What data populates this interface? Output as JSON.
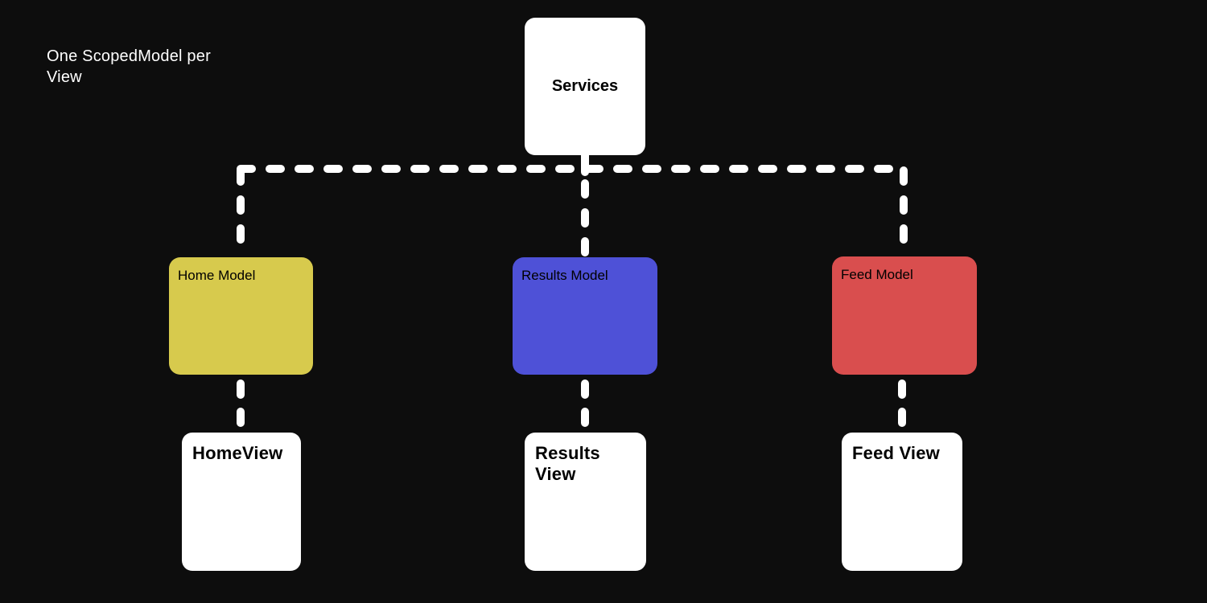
{
  "title": "One ScopedModel per View",
  "colors": {
    "background": "#0d0d0d",
    "connector_line": "#ffffff",
    "node_default": "#ffffff",
    "node_text": "#000000",
    "title_text": "#ffffff",
    "home_model": "#d7ca4d",
    "results_model": "#4e51d7",
    "feed_model": "#d94e4e"
  },
  "nodes": {
    "services": {
      "label": "Services",
      "color": "#ffffff"
    },
    "home_model": {
      "label": "Home Model",
      "color": "#d7ca4d"
    },
    "results_model": {
      "label": "Results Model",
      "color": "#4e51d7"
    },
    "feed_model": {
      "label": "Feed Model",
      "color": "#d94e4e"
    },
    "home_view": {
      "label": "HomeView",
      "color": "#ffffff"
    },
    "results_view": {
      "label": "Results View",
      "color": "#ffffff"
    },
    "feed_view": {
      "label": "Feed View",
      "color": "#ffffff"
    }
  },
  "edges": [
    {
      "from": "Services",
      "to": "Home Model",
      "style": "dashed"
    },
    {
      "from": "Services",
      "to": "Results Model",
      "style": "dashed"
    },
    {
      "from": "Services",
      "to": "Feed Model",
      "style": "dashed"
    },
    {
      "from": "Home Model",
      "to": "HomeView",
      "style": "dashed"
    },
    {
      "from": "Results Model",
      "to": "Results View",
      "style": "dashed"
    },
    {
      "from": "Feed Model",
      "to": "Feed View",
      "style": "dashed"
    }
  ]
}
